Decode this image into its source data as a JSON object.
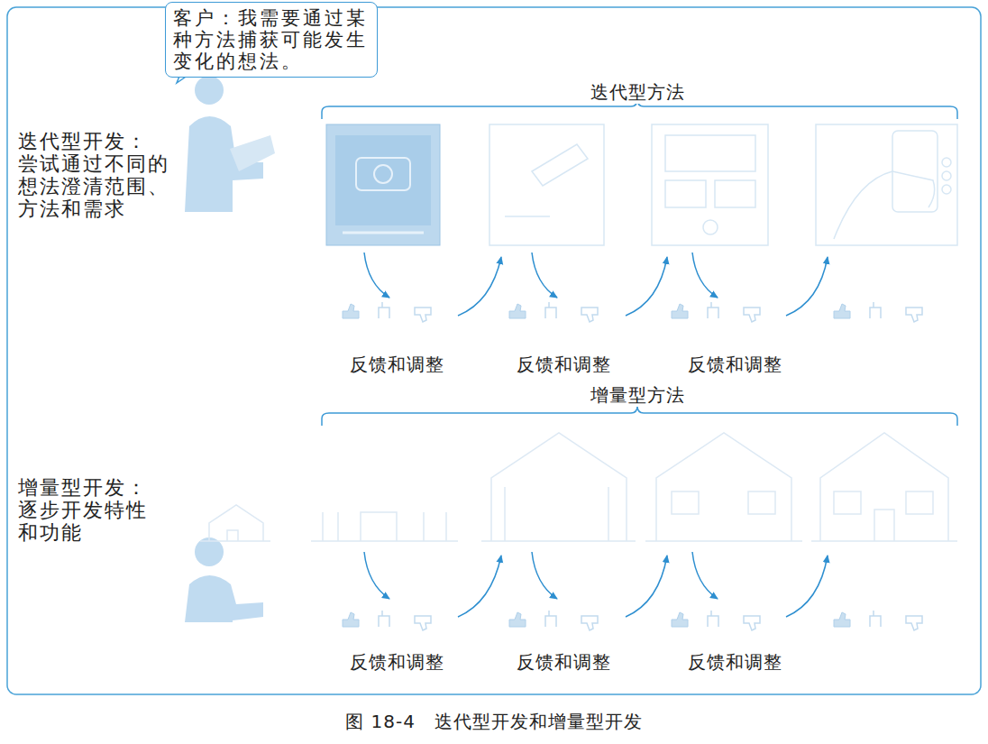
{
  "diagram": {
    "caption": "图 18-4　迭代型开发和增量型开发",
    "nodes": [
      {
        "text": [
          "客户：我需要通过某种方法捕获可能发生变化的想法。"
        ]
      }
    ],
    "labels": [
      "迭代型开发：",
      "尝试通过不同的想法澄清范围、方法和需求",
      "迭代型方法",
      "反馈和调整",
      "反馈和调整",
      "反馈和调整",
      "增量型方法",
      "增量型开发：",
      "逐步开发特性和功能",
      "反馈和调整",
      "反馈和调整",
      "反馈和调整"
    ]
  }
}
